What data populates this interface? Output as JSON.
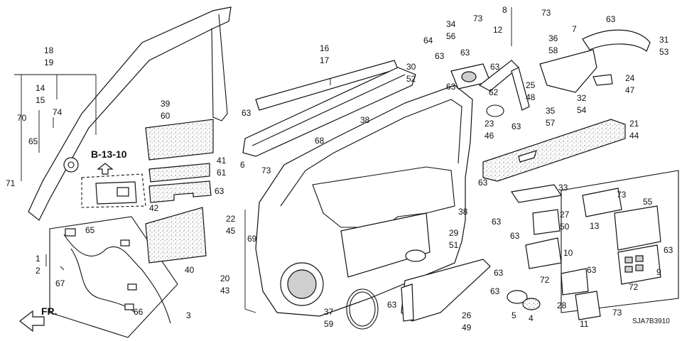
{
  "reference_box": "B-13-10",
  "direction_label": "FR.",
  "diagram_code": "SJA7B3910",
  "callouts": [
    {
      "id": "c1",
      "text": "1"
    },
    {
      "id": "c2",
      "text": "2"
    },
    {
      "id": "c3",
      "text": "3"
    },
    {
      "id": "c4",
      "text": "4"
    },
    {
      "id": "c5",
      "text": "5"
    },
    {
      "id": "c6",
      "text": "6"
    },
    {
      "id": "c7",
      "text": "7"
    },
    {
      "id": "c8",
      "text": "8"
    },
    {
      "id": "c9",
      "text": "9"
    },
    {
      "id": "c10",
      "text": "10"
    },
    {
      "id": "c11",
      "text": "11"
    },
    {
      "id": "c12",
      "text": "12"
    },
    {
      "id": "c13",
      "text": "13"
    },
    {
      "id": "c14",
      "text": "14"
    },
    {
      "id": "c15",
      "text": "15"
    },
    {
      "id": "c16",
      "text": "16"
    },
    {
      "id": "c17",
      "text": "17"
    },
    {
      "id": "c18",
      "text": "18"
    },
    {
      "id": "c19",
      "text": "19"
    },
    {
      "id": "c20",
      "text": "20"
    },
    {
      "id": "c21",
      "text": "21"
    },
    {
      "id": "c22",
      "text": "22"
    },
    {
      "id": "c23",
      "text": "23"
    },
    {
      "id": "c24",
      "text": "24"
    },
    {
      "id": "c25",
      "text": "25"
    },
    {
      "id": "c26",
      "text": "26"
    },
    {
      "id": "c27",
      "text": "27"
    },
    {
      "id": "c28",
      "text": "28"
    },
    {
      "id": "c29",
      "text": "29"
    },
    {
      "id": "c30",
      "text": "30"
    },
    {
      "id": "c31",
      "text": "31"
    },
    {
      "id": "c32",
      "text": "32"
    },
    {
      "id": "c33",
      "text": "33"
    },
    {
      "id": "c34",
      "text": "34"
    },
    {
      "id": "c35",
      "text": "35"
    },
    {
      "id": "c36",
      "text": "36"
    },
    {
      "id": "c37",
      "text": "37"
    },
    {
      "id": "c38a",
      "text": "38"
    },
    {
      "id": "c38b",
      "text": "38"
    },
    {
      "id": "c39",
      "text": "39"
    },
    {
      "id": "c40",
      "text": "40"
    },
    {
      "id": "c41",
      "text": "41"
    },
    {
      "id": "c42",
      "text": "42"
    },
    {
      "id": "c43",
      "text": "43"
    },
    {
      "id": "c44",
      "text": "44"
    },
    {
      "id": "c45",
      "text": "45"
    },
    {
      "id": "c46",
      "text": "46"
    },
    {
      "id": "c47",
      "text": "47"
    },
    {
      "id": "c48",
      "text": "48"
    },
    {
      "id": "c49",
      "text": "49"
    },
    {
      "id": "c50",
      "text": "50"
    },
    {
      "id": "c51",
      "text": "51"
    },
    {
      "id": "c52",
      "text": "52"
    },
    {
      "id": "c53",
      "text": "53"
    },
    {
      "id": "c54",
      "text": "54"
    },
    {
      "id": "c55",
      "text": "55"
    },
    {
      "id": "c56",
      "text": "56"
    },
    {
      "id": "c57",
      "text": "57"
    },
    {
      "id": "c58",
      "text": "58"
    },
    {
      "id": "c59",
      "text": "59"
    },
    {
      "id": "c60",
      "text": "60"
    },
    {
      "id": "c61",
      "text": "61"
    },
    {
      "id": "c62",
      "text": "62"
    },
    {
      "id": "c63a",
      "text": "63"
    },
    {
      "id": "c63b",
      "text": "63"
    },
    {
      "id": "c63c",
      "text": "63"
    },
    {
      "id": "c63d",
      "text": "63"
    },
    {
      "id": "c63e",
      "text": "63"
    },
    {
      "id": "c63f",
      "text": "63"
    },
    {
      "id": "c63g",
      "text": "63"
    },
    {
      "id": "c63h",
      "text": "63"
    },
    {
      "id": "c63i",
      "text": "63"
    },
    {
      "id": "c63j",
      "text": "63"
    },
    {
      "id": "c63k",
      "text": "63"
    },
    {
      "id": "c63l",
      "text": "63"
    },
    {
      "id": "c63m",
      "text": "63"
    },
    {
      "id": "c63n",
      "text": "63"
    },
    {
      "id": "c63o",
      "text": "63"
    },
    {
      "id": "c63p",
      "text": "63"
    },
    {
      "id": "c64",
      "text": "64"
    },
    {
      "id": "c65a",
      "text": "65"
    },
    {
      "id": "c65b",
      "text": "65"
    },
    {
      "id": "c66",
      "text": "66"
    },
    {
      "id": "c67",
      "text": "67"
    },
    {
      "id": "c68",
      "text": "68"
    },
    {
      "id": "c69",
      "text": "69"
    },
    {
      "id": "c70",
      "text": "70"
    },
    {
      "id": "c71",
      "text": "71"
    },
    {
      "id": "c72a",
      "text": "72"
    },
    {
      "id": "c72b",
      "text": "72"
    },
    {
      "id": "c73a",
      "text": "73"
    },
    {
      "id": "c73b",
      "text": "73"
    },
    {
      "id": "c73c",
      "text": "73"
    },
    {
      "id": "c73d",
      "text": "73"
    },
    {
      "id": "c73e",
      "text": "73"
    },
    {
      "id": "c74",
      "text": "74"
    }
  ]
}
